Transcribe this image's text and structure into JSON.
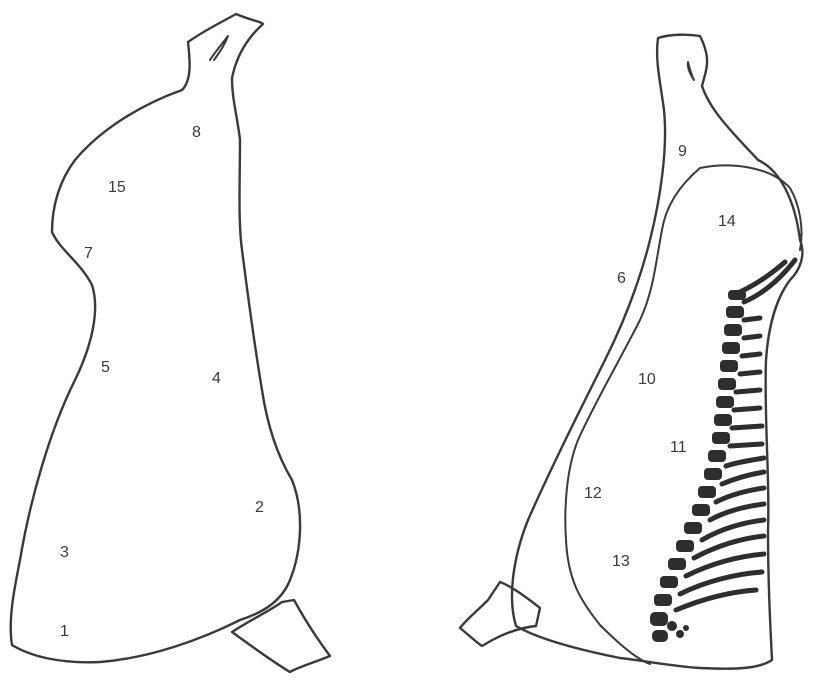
{
  "left_view": {
    "labels": [
      {
        "id": "8",
        "text": "8"
      },
      {
        "id": "15",
        "text": "15"
      },
      {
        "id": "7",
        "text": "7"
      },
      {
        "id": "5",
        "text": "5"
      },
      {
        "id": "4",
        "text": "4"
      },
      {
        "id": "2",
        "text": "2"
      },
      {
        "id": "3",
        "text": "3"
      },
      {
        "id": "1",
        "text": "1"
      }
    ]
  },
  "right_view": {
    "labels": [
      {
        "id": "9",
        "text": "9"
      },
      {
        "id": "14",
        "text": "14"
      },
      {
        "id": "6",
        "text": "6"
      },
      {
        "id": "10",
        "text": "10"
      },
      {
        "id": "11",
        "text": "11"
      },
      {
        "id": "12",
        "text": "12"
      },
      {
        "id": "13",
        "text": "13"
      }
    ]
  }
}
